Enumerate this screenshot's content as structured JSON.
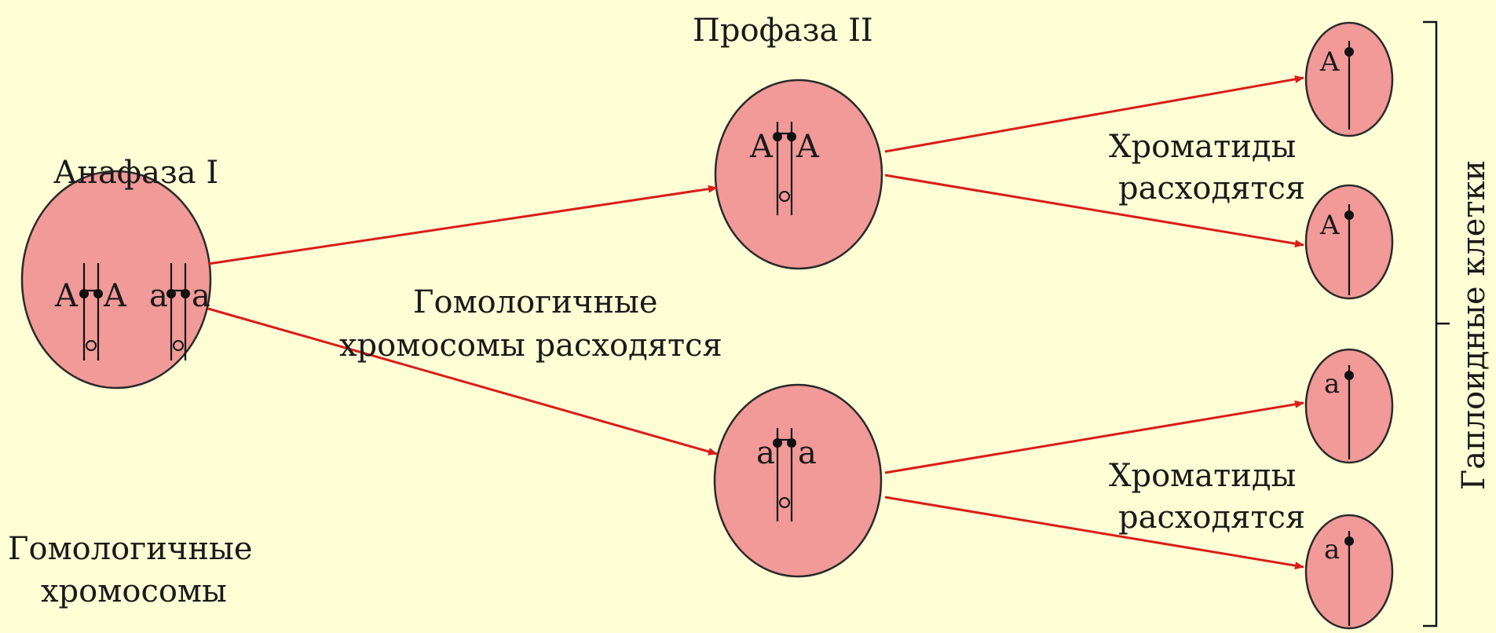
{
  "labels": {
    "anaphase": "Анафаза I",
    "prophase": "Профаза II",
    "homologs_diverge_1": "Гомологичные",
    "homologs_diverge_2": "хромосомы расходятся",
    "homologous_1": "Гомологичные",
    "homologous_2": "хромосомы",
    "chromatids_top_1": "Хроматиды",
    "chromatids_top_2": "расходятся",
    "chromatids_bottom_1": "Хроматиды",
    "chromatids_bottom_2": "расходятся",
    "haploid": "Гаплоидные клетки"
  },
  "alleles": {
    "dominant": "A",
    "recessive": "a"
  },
  "colors": {
    "background": "#ffffd6",
    "cell_fill": "#f19a97",
    "arrow": "#d91c1c"
  }
}
